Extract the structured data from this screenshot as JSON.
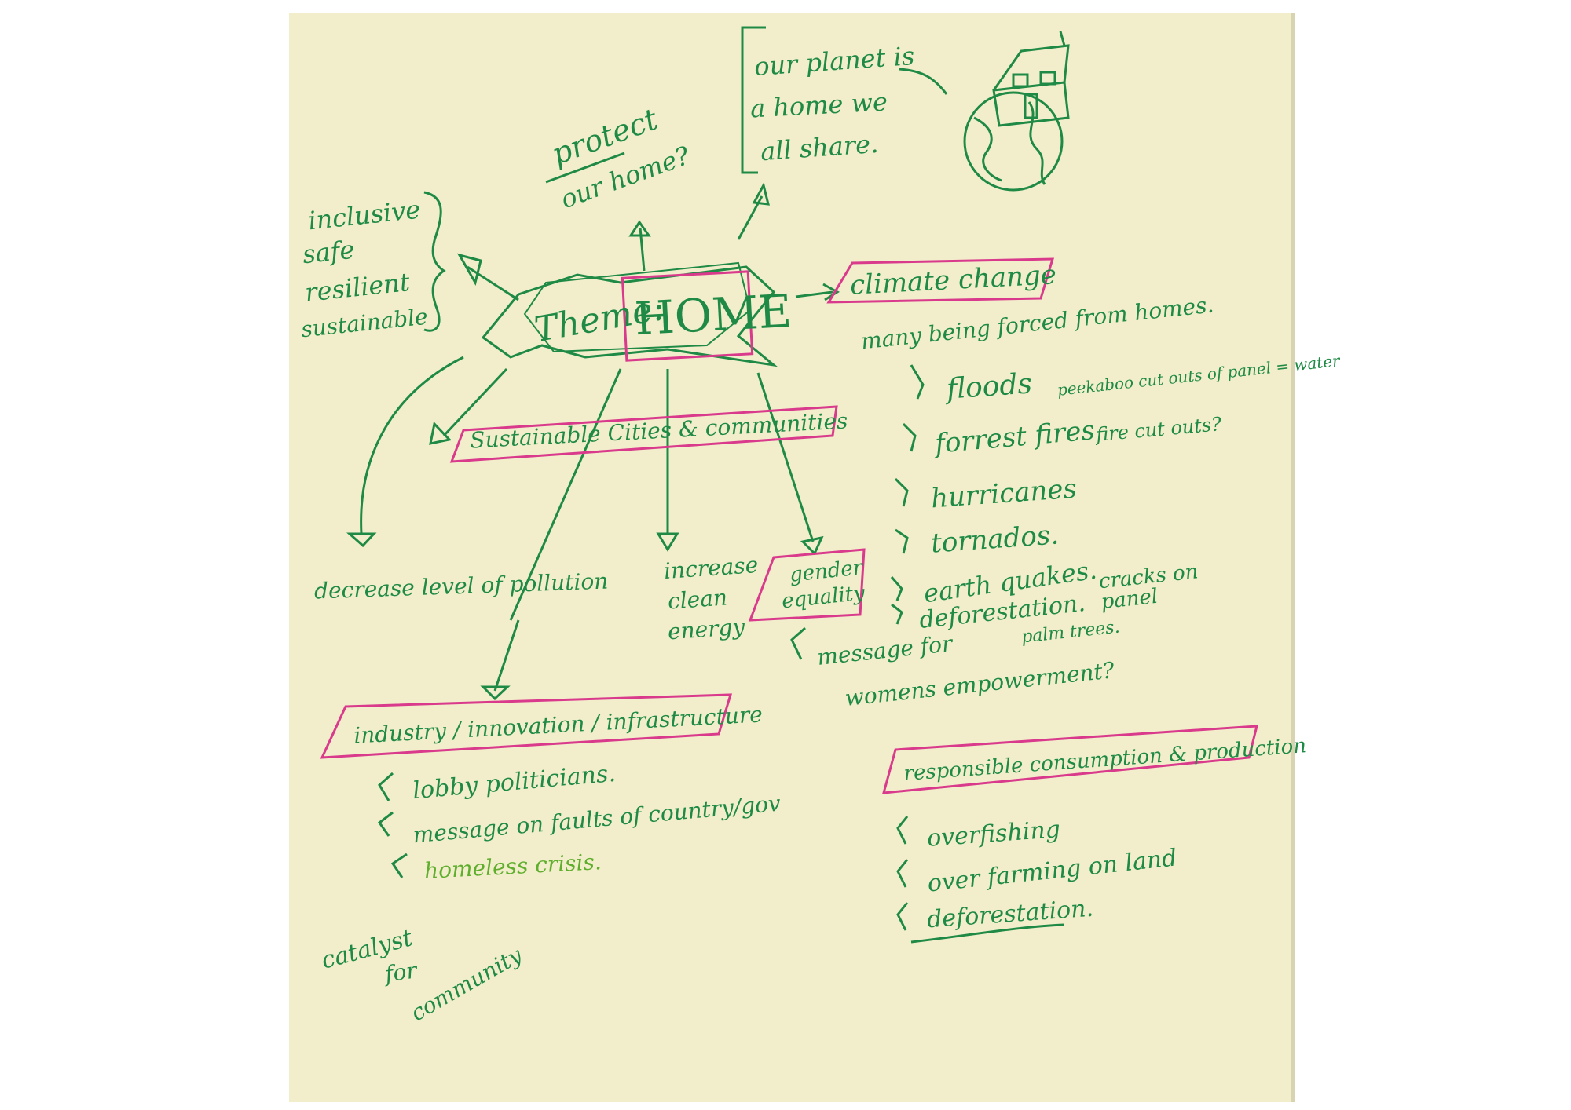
{
  "theme": {
    "prefix": "Theme:",
    "word": "HOME"
  },
  "protect": "protect",
  "protect_line2": "our home?",
  "planet": [
    "our planet is",
    "a home we",
    "all share."
  ],
  "qualities": [
    "inclusive",
    "safe",
    "resilient",
    "sustainable"
  ],
  "climate": {
    "title": "climate change",
    "subtitle": "many being forced from homes.",
    "items": [
      {
        "label": "floods",
        "note": "peekaboo cut outs of panel = water"
      },
      {
        "label": "forrest fires",
        "note": "fire cut outs?"
      },
      {
        "label": "hurricanes",
        "note": ""
      },
      {
        "label": "tornados.",
        "note": ""
      },
      {
        "label": "earth quakes.",
        "note": "cracks on panel"
      },
      {
        "label": "deforestation.",
        "note": "palm trees."
      }
    ]
  },
  "sustainable_cities": "Sustainable Cities & communities",
  "pollution": "decrease level of pollution",
  "clean_energy": [
    "increase",
    "clean",
    "energy"
  ],
  "gender": {
    "title": [
      "gender",
      "equality"
    ],
    "message": [
      "message for",
      "womens empowerment?"
    ]
  },
  "industry": {
    "title": "industry / innovation / infrastructure",
    "items": [
      "lobby politicians.",
      "message on faults of country/gov",
      "homeless crisis."
    ]
  },
  "catalyst": [
    "catalyst",
    "for",
    "community"
  ],
  "responsible": {
    "title": "responsible consumption & production",
    "items": [
      "overfishing",
      "over farming on land",
      "deforestation."
    ]
  },
  "colors": {
    "ink_green": "#1f8a45",
    "ink_pink": "#d93a8c",
    "ink_lime": "#5fae2d",
    "paper": "#f2eecb"
  }
}
